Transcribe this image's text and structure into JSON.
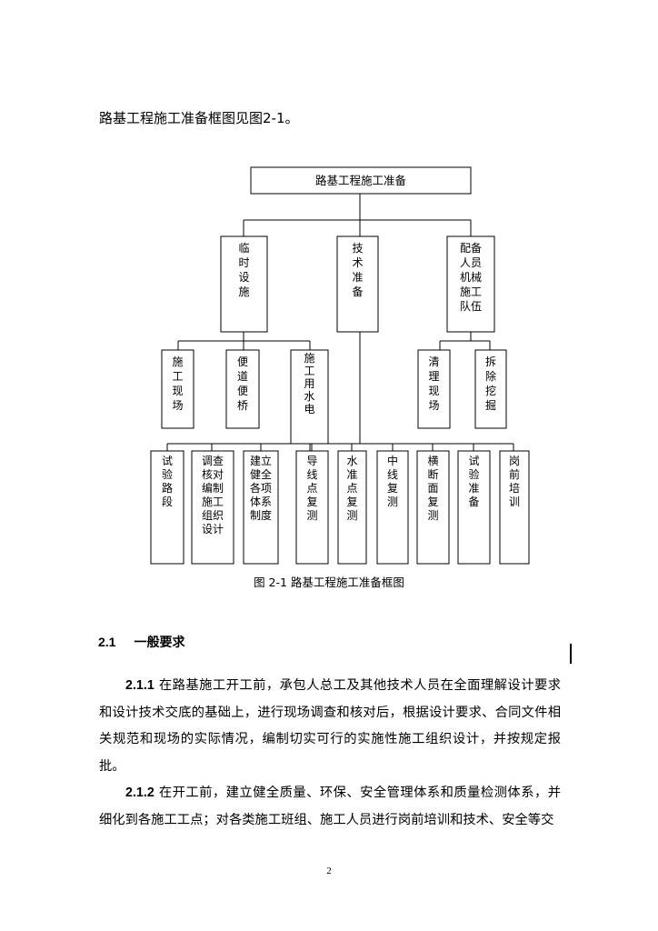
{
  "intro_text": "路基工程施工准备框图见图2-1。",
  "diagram": {
    "root": "路基工程施工准备",
    "level1": [
      "临时设施",
      "技术准备",
      "配备人员机械施工队伍"
    ],
    "level2_temp": [
      "施工现场",
      "便道便桥",
      "施工用水电"
    ],
    "level2_crew": [
      "清理现场",
      "拆除挖掘"
    ],
    "level3": [
      "试验路段",
      "调查核对编制施工组织设计",
      "建立健全各项体系制度",
      "导线点复测",
      "水准点复测",
      "中线复测",
      "横断面复测",
      "试验准备",
      "岗前培训"
    ]
  },
  "caption": "图 2-1  路基工程施工准备框图",
  "section": {
    "number": "2.1",
    "title": "一般要求"
  },
  "paragraphs": [
    {
      "num": "2.1.1",
      "text": " 在路基施工开工前，承包人总工及其他技术人员在全面理解设计要求和设计技术交底的基础上，进行现场调查和核对后，根据设计要求、合同文件相关规范和现场的实际情况，编制切实可行的实施性施工组织设计，并按规定报批。"
    },
    {
      "num": "2.1.2",
      "text": " 在开工前，建立健全质量、环保、安全管理体系和质量检测体系，并细化到各施工工点；对各类施工班组、施工人员进行岗前培训和技术、安全等交"
    }
  ],
  "page_number": "2"
}
